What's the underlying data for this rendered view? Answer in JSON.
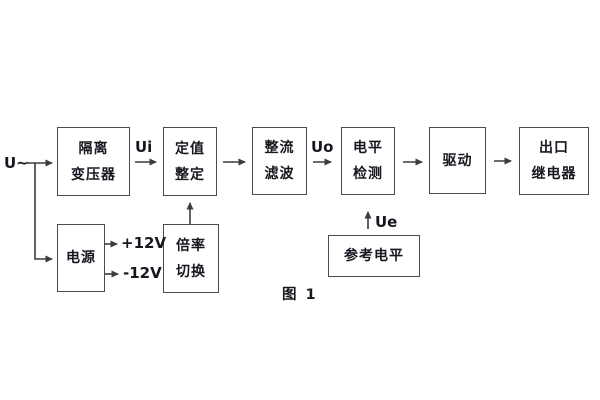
{
  "figure": {
    "caption": "图 1",
    "background": "#ffffff",
    "line_color": "#3c3c40",
    "border_color": "#4a4b4f",
    "text_color": "#17171f"
  },
  "labels": {
    "input": "U~",
    "ui": "Ui",
    "uo": "Uo",
    "ue": "Ue",
    "rail_pos": "+12V",
    "rail_neg": "-12V"
  },
  "blocks": {
    "isolation_transformer": {
      "line1": "隔离",
      "line2": "变压器"
    },
    "setting_adjust": {
      "line1": "定值",
      "line2": "整定"
    },
    "rectifier_filter": {
      "line1": "整流",
      "line2": "滤波"
    },
    "level_detector": {
      "line1": "电平",
      "line2": "检测"
    },
    "driver": {
      "line1": "驱动"
    },
    "output_relay": {
      "line1": "出口",
      "line2": "继电器"
    },
    "power_supply": {
      "line1": "电源"
    },
    "ratio_switch": {
      "line1": "倍率",
      "line2": "切换"
    },
    "reference_level": {
      "line1": "参考电平"
    }
  }
}
